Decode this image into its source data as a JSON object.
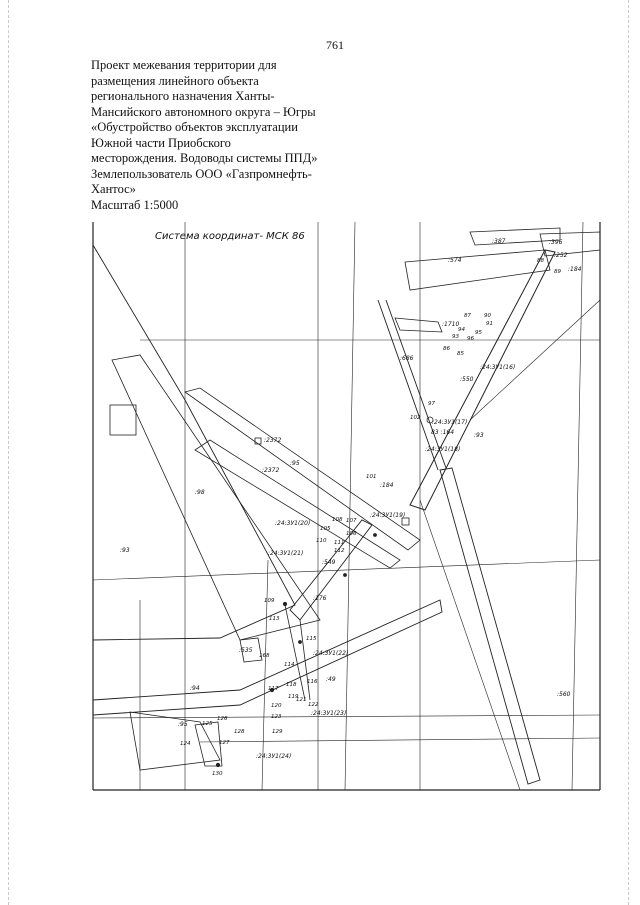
{
  "page_number": "761",
  "title_lines": [
    "Проект межевания территории для",
    "размещения линейного объекта",
    "регионального назначения Ханты-",
    "Мансийского автономного округа – Югры",
    "«Обустройство объектов эксплуатации",
    "Южной части Приобского",
    "месторождения. Водоводы системы ППД»",
    "Землепользователь  ООО «Газпромнефть-",
    "Хантос»",
    "Масштаб 1:5000"
  ],
  "map": {
    "coordinate_system": "Система координат- МСК 86",
    "parcel_labels": [
      ":387",
      ":396",
      ":252",
      ":184",
      ":574",
      ":1710",
      ":550",
      ":24:3У1(16)",
      ":24:3У1(17)",
      "83 :164",
      ":24:3У1(18)",
      ":93",
      ":686",
      ":2372",
      ":2372",
      ":95",
      ":98",
      ":184",
      ":24:3У1(19)",
      ":24:3У1(20)",
      ":24:3У1(21)",
      ":549",
      ":93",
      ":176",
      ":24:3У1(22)",
      ":94",
      ":49",
      ":24:3У1(23)",
      ":95",
      ":24:3У1(24)",
      ":560",
      ":535"
    ],
    "point_labels": [
      "88",
      "89",
      "90",
      "91",
      "87",
      "94",
      "93",
      "95",
      "96",
      "86",
      "85",
      "97",
      "102",
      "101",
      "108",
      "107",
      "105",
      "106",
      "110",
      "111",
      "112",
      "109",
      "113",
      "115",
      "114",
      "168",
      "117",
      "118",
      "116",
      "119",
      "120",
      "121",
      "122",
      "123",
      "126",
      "125",
      "128",
      "127",
      "129",
      "124",
      "130"
    ]
  }
}
